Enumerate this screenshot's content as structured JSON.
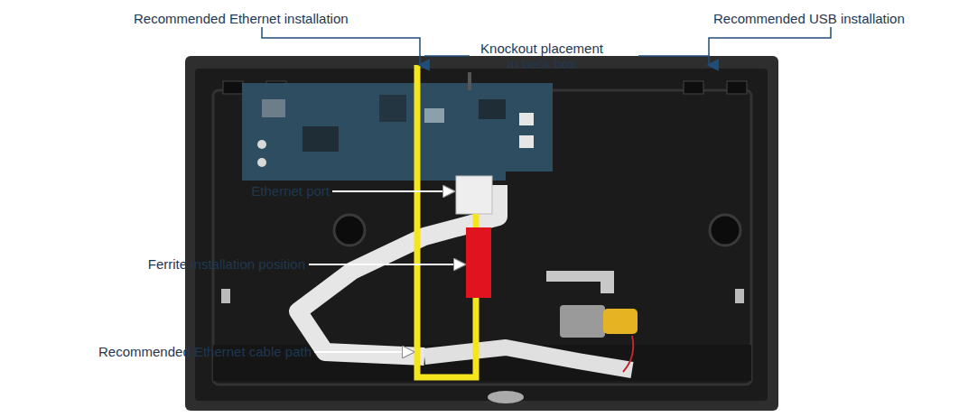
{
  "diagram": {
    "labels": [
      "Recommended Ethernet installation",
      "Recommended USB installation",
      "Knockout placement in back box",
      "Ethernet port",
      "Ferrite installation position",
      "Recommended Ethernet cable path"
    ]
  }
}
